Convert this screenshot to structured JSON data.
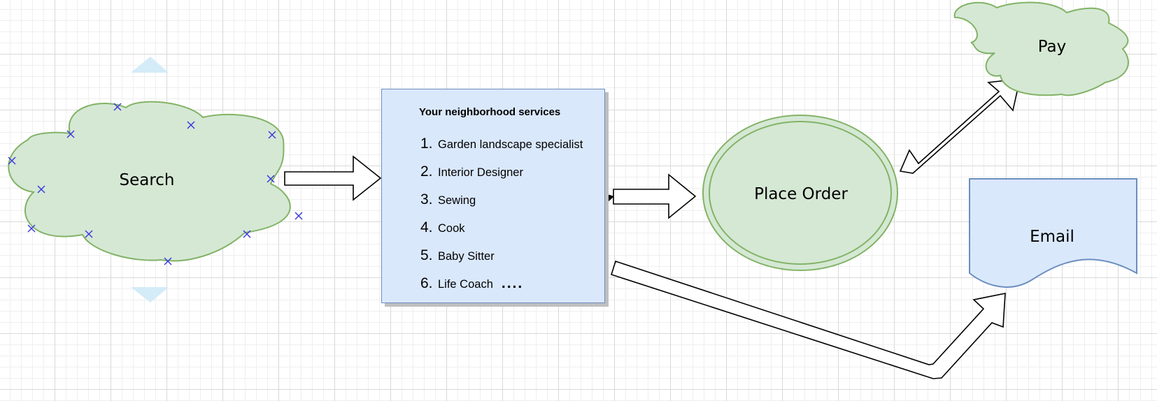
{
  "nodes": {
    "search": {
      "label": "Search",
      "fill": "#d5e8d4",
      "stroke": "#82b366"
    },
    "services": {
      "title": "Your neighborhood services",
      "items": [
        {
          "num": "1.",
          "label": "Garden landscape specialist"
        },
        {
          "num": "2.",
          "label": "Interior Designer"
        },
        {
          "num": "3.",
          "label": "Sewing"
        },
        {
          "num": "4.",
          "label": "Cook"
        },
        {
          "num": "5.",
          "label": "Baby Sitter"
        },
        {
          "num": "6.",
          "label": "Life Coach"
        }
      ],
      "more": "....",
      "fill": "#dae8fc",
      "stroke": "#6c8ebf"
    },
    "place_order": {
      "label": "Place Order",
      "fill": "#d5e8d4",
      "stroke": "#82b366"
    },
    "pay": {
      "label": "Pay",
      "fill": "#d5e8d4",
      "stroke": "#82b366"
    },
    "email": {
      "label": "Email",
      "fill": "#dae8fc",
      "stroke": "#6c8ebf"
    }
  },
  "edges": [
    {
      "from": "Search",
      "to": "Your neighborhood services",
      "style": "block-arrow"
    },
    {
      "from": "Your neighborhood services",
      "to": "Place Order",
      "style": "block-arrow"
    },
    {
      "from": "Place Order",
      "to": "Pay",
      "style": "double-block-arrow"
    },
    {
      "from": "Your neighborhood services",
      "to": "Email",
      "style": "block-arrow-bent"
    }
  ],
  "selection": {
    "selected_shape": "Search",
    "handle_color": "#3b3bdb",
    "hover_color": "#d2eaf8"
  },
  "canvas": {
    "background": "#ffffff",
    "grid_major": "#d9d9d9",
    "grid_minor": "#efefef"
  }
}
